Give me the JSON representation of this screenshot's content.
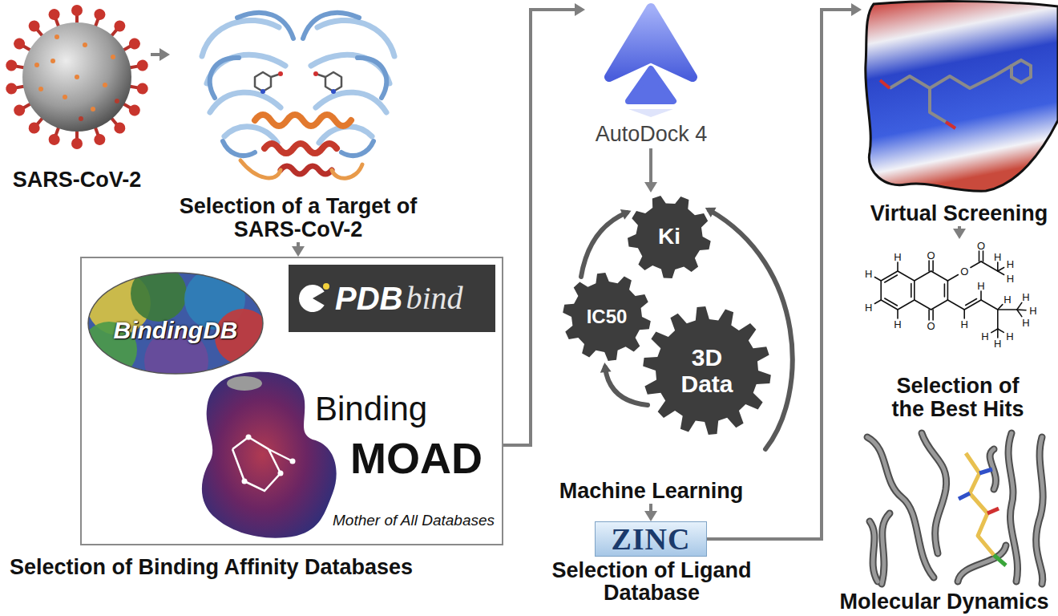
{
  "diagram": {
    "nodes": [
      {
        "text": [
          "SARS-CoV-2"
        ]
      },
      {
        "text": [
          "Selection of a Target of SARS-CoV-2"
        ]
      },
      {
        "text": [
          "Selection of Binding Affinity Databases"
        ]
      },
      {
        "text": [
          "PDB",
          "bind"
        ],
        "in": 2
      },
      {
        "text": [
          "BindingDB"
        ],
        "in": 2
      },
      {
        "text": [
          "Binding",
          "MOAD",
          "Mother of All Databases"
        ],
        "in": 2
      },
      {
        "text": [
          "AutoDock 4"
        ]
      },
      {
        "text": [
          "Machine Learning"
        ]
      },
      {
        "text": [
          "Ki"
        ],
        "in": 7
      },
      {
        "text": [
          "IC50"
        ],
        "in": 7
      },
      {
        "text": [
          "3D Data"
        ],
        "in": 7
      },
      {
        "text": [
          "ZINC",
          "Selection of Ligand Database"
        ]
      },
      {
        "text": [
          "Virtual Screening"
        ]
      },
      {
        "text": [
          "Selection of the Best Hits"
        ]
      },
      {
        "text": [
          "Molecular Dynamics"
        ]
      }
    ],
    "edges": [
      {
        "from": 0,
        "to": 1,
        "arrow": "to"
      },
      {
        "from": 1,
        "to": 2,
        "arrow": "to"
      },
      {
        "from": 2,
        "to": 6,
        "arrow": "to"
      },
      {
        "from": 6,
        "to": 7,
        "arrow": "to"
      },
      {
        "from": 7,
        "to": 11,
        "arrow": "to"
      },
      {
        "from": 11,
        "to": 12,
        "arrow": "to"
      },
      {
        "from": 12,
        "to": 13,
        "arrow": "to"
      }
    ],
    "labels": [
      "O",
      "O",
      "O",
      "O",
      "H",
      "H",
      "H",
      "H",
      "H",
      "H",
      "H",
      "H",
      "H",
      "H",
      "H",
      "H",
      "H",
      "H",
      "H",
      "H"
    ]
  }
}
